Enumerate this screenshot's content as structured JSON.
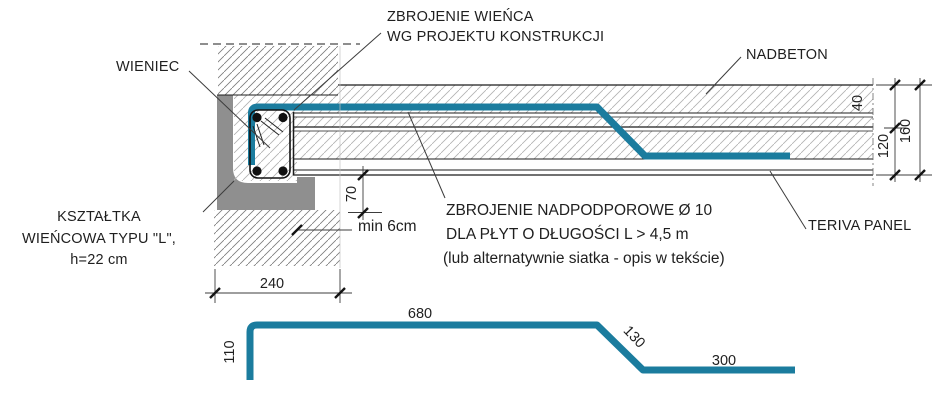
{
  "title": "Teriva floor support detail on ring beam (wieniec)",
  "labels": {
    "zbrojenie_wienca_1": "ZBROJENIE WIEŃCA",
    "zbrojenie_wienca_2": "WG PROJEKTU KONSTRUKCJI",
    "nadbeton": "NADBETON",
    "wieniec": "WIENIEC",
    "ksztaltka_1": "KSZTAŁTKA",
    "ksztaltka_2": "WIEŃCOWA TYPU \"L\",",
    "ksztaltka_3": "h=22 cm",
    "nadpodporowe_1": "ZBROJENIE NADPODPOROWE  Ø 10",
    "nadpodporowe_2": "DLA PŁYT O DŁUGOŚCI   L > 4,5 m",
    "nadpodporowe_3": "(lub alternatywnie siatka - opis w tekście)",
    "teriva_panel": "TERIVA PANEL",
    "min_bearing": "min 6cm"
  },
  "dimensions": {
    "support_depth": "70",
    "wall_width": "240",
    "topping_thickness": "40",
    "panel_thickness": "120",
    "total_thickness": "160",
    "bar_top_length": "680",
    "bar_left_leg": "110",
    "bar_diagonal": "130",
    "bar_end_leg": "300"
  },
  "colors": {
    "rebar": "#1b7c9e",
    "block_gray": "#8f8f8f",
    "line_dark": "#1c1c1c"
  }
}
